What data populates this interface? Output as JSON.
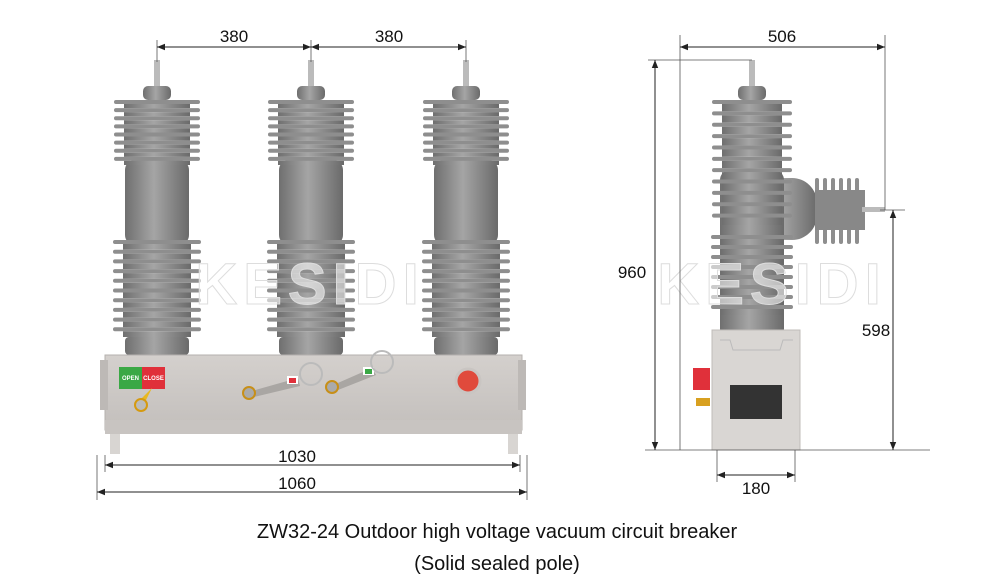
{
  "dimensions": {
    "front": {
      "pole_spacing_left": "380",
      "pole_spacing_right": "380",
      "inner_width": "1030",
      "overall_width": "1060"
    },
    "side": {
      "depth": "506",
      "overall_height": "960",
      "terminal_height": "598",
      "base_width": "180"
    }
  },
  "panel": {
    "open_label": "OPEN",
    "close_label": "CLOSE"
  },
  "watermark": "KESIDI",
  "caption": {
    "line1": "ZW32-24 Outdoor high voltage vacuum circuit breaker",
    "line2": "(Solid sealed pole)"
  },
  "colors": {
    "insulator": "#8a8a8a",
    "housing": "#cfcbc8",
    "open": "#3aa845",
    "close": "#e0303a",
    "button": "#e04a3c"
  }
}
